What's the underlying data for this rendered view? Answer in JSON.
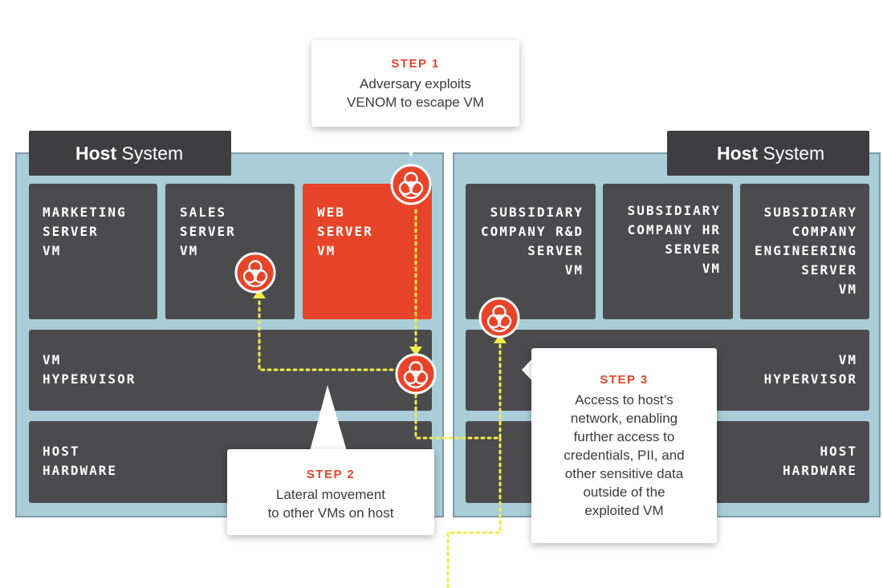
{
  "colors": {
    "panel": "#a9cdd9",
    "tile": "#4b4b4d",
    "label": "#3e3e40",
    "accent": "#e8442a",
    "path": "#f4ec4a"
  },
  "left_host": {
    "label_bold": "Host",
    "label_rest": "System",
    "vms": [
      {
        "text": "MARKETING\nSERVER\nVM"
      },
      {
        "text": "SALES\nSERVER\nVM"
      },
      {
        "text": "WEB\nSERVER\nVM"
      }
    ],
    "hypervisor": "VM\nHYPERVISOR",
    "hardware": "HOST\nHARDWARE"
  },
  "right_host": {
    "label_bold": "Host",
    "label_rest": "System",
    "vms": [
      {
        "text": "SUBSIDIARY\nCOMPANY R&D\nSERVER\nVM"
      },
      {
        "text": "SUBSIDIARY\nCOMPANY HR\nSERVER\nVM"
      },
      {
        "text": "SUBSIDIARY\nCOMPANY\nENGINEERING\nSERVER\nVM"
      }
    ],
    "hypervisor": "VM\nHYPERVISOR",
    "hardware": "HOST\nHARDWARE"
  },
  "steps": [
    {
      "title": "STEP 1",
      "text": "Adversary exploits\nVENOM to escape VM"
    },
    {
      "title": "STEP 2",
      "text": "Lateral movement\nto other VMs on host"
    },
    {
      "title": "STEP 3",
      "text": "Access to host’s\nnetwork, enabling\nfurther access to\ncredentials, PII, and\nother sensitive data\noutside of the\nexploited VM"
    }
  ],
  "icons": {
    "hazard": "biohazard-icon"
  }
}
